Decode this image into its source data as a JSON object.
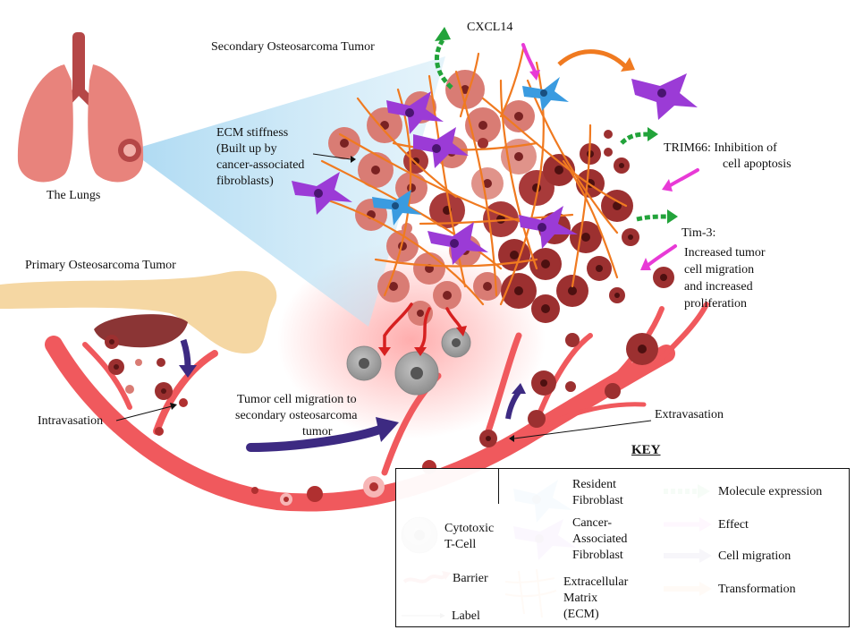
{
  "labels": {
    "secondary_tumor": "Secondary Osteosarcoma Tumor",
    "cxcl14": "CXCL14",
    "lungs": "The Lungs",
    "ecm_stiffness_1": "ECM stiffness",
    "ecm_stiffness_2": "(Built up by",
    "ecm_stiffness_3": "cancer-associated",
    "ecm_stiffness_4": "fibroblasts)",
    "trim66_1": "TRIM66:  Inhibition of",
    "trim66_2": "cell apoptosis",
    "tim3_1": "Tim-3:",
    "tim3_2": "Increased tumor",
    "tim3_3": "cell migration",
    "tim3_4": "and increased",
    "tim3_5": "proliferation",
    "primary_tumor": "Primary Osteosarcoma Tumor",
    "intravasation": "Intravasation",
    "migration_1": "Tumor cell migration to",
    "migration_2": "secondary osteosarcoma",
    "migration_3": "tumor",
    "extravasation": "Extravasation"
  },
  "key": {
    "title": "KEY",
    "resident_1": "Resident",
    "resident_2": "Fibroblast",
    "caf_1": "Cancer-",
    "caf_2": "Associated",
    "caf_3": "Fibroblast",
    "tcell_1": "Cytotoxic",
    "tcell_2": "T-Cell",
    "barrier": "Barrier",
    "ecm_1": "Extracellular",
    "ecm_2": "Matrix",
    "ecm_3": "(ECM)",
    "label": "Label",
    "molecule_expression": "Molecule expression",
    "effect": "Effect",
    "cell_migration": "Cell migration",
    "transformation": "Transformation"
  },
  "colors": {
    "vessel": "#f0595d",
    "lung": "#e8837c",
    "tumor_light": "#d97c74",
    "tumor_dark": "#9c3030",
    "caf": "#9b3bd6",
    "resident": "#3a9be0",
    "green": "#22a33a",
    "magenta": "#e83ad6",
    "purple": "#3d2a82",
    "orange": "#f07a20",
    "red": "#d62020",
    "bone": "#f5d7a3",
    "tcell": "#a8a8a8"
  }
}
